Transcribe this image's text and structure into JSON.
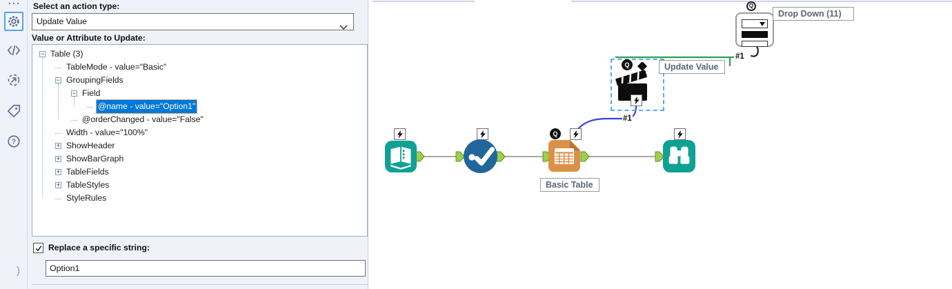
{
  "left_toolbar": {
    "overflow_glyph": "...",
    "collapse_glyph": ")",
    "items": [
      {
        "id": "configuration",
        "icon": "gear-icon",
        "selected": true
      },
      {
        "id": "code",
        "icon": "code-icon",
        "selected": false
      },
      {
        "id": "run-settings",
        "icon": "sync-arrow-icon",
        "selected": false
      },
      {
        "id": "annotation",
        "icon": "tag-icon",
        "selected": false
      },
      {
        "id": "help",
        "icon": "help-icon",
        "selected": false
      }
    ]
  },
  "config_panel": {
    "action_type_label": "Select an action type:",
    "action_type_value": "Update Value",
    "attribute_label": "Value or Attribute to Update:",
    "tree_items": [
      {
        "label": "Table (3)",
        "level": 0,
        "expander": "minus",
        "selected": false
      },
      {
        "label": "TableMode - value=\"Basic\"",
        "level": 1,
        "expander": "leaf",
        "selected": false
      },
      {
        "label": "GroupingFields",
        "level": 1,
        "expander": "minus",
        "selected": false
      },
      {
        "label": "Field",
        "level": 2,
        "expander": "minus",
        "selected": false
      },
      {
        "label": "@name - value=\"Option1\"",
        "level": 3,
        "expander": "leaf",
        "selected": true
      },
      {
        "label": "@orderChanged - value=\"False\"",
        "level": 2,
        "expander": "leaf",
        "selected": false
      },
      {
        "label": "Width - value=\"100%\"",
        "level": 1,
        "expander": "leaf",
        "selected": false
      },
      {
        "label": "ShowHeader",
        "level": 1,
        "expander": "plus",
        "selected": false
      },
      {
        "label": "ShowBarGraph",
        "level": 1,
        "expander": "plus",
        "selected": false
      },
      {
        "label": "TableFields",
        "level": 1,
        "expander": "plus",
        "selected": false
      },
      {
        "label": "TableStyles",
        "level": 1,
        "expander": "plus",
        "selected": false
      },
      {
        "label": "StyleRules",
        "level": 1,
        "expander": "leaf",
        "selected": false
      }
    ],
    "replace_label": "Replace a specific string:",
    "replace_checked": true,
    "replace_value": "Option1"
  },
  "canvas": {
    "tool_labels": {
      "drop_down": "Drop Down (11)",
      "update_value": "Update Value",
      "basic_table": "Basic Table"
    },
    "wire_labels": {
      "question": "#1",
      "action": "#1"
    },
    "anchor_glyph": "Q",
    "tools": [
      {
        "name": "text-input-tool"
      },
      {
        "name": "check-box-tool"
      },
      {
        "name": "table-tool"
      },
      {
        "name": "browse-tool"
      },
      {
        "name": "drop-down-tool"
      },
      {
        "name": "action-update-value-tool"
      }
    ],
    "colors": {
      "teal": "#0FA194",
      "tool_blue": "#21669B",
      "tool_orange": "#DC9148",
      "anchor_green": "#9FCE48",
      "wire_green": "#2F9E4E",
      "wire_blue": "#3F3FE0",
      "selection_blue": "#59A8F5",
      "tree_selection": "#0078D7"
    }
  }
}
